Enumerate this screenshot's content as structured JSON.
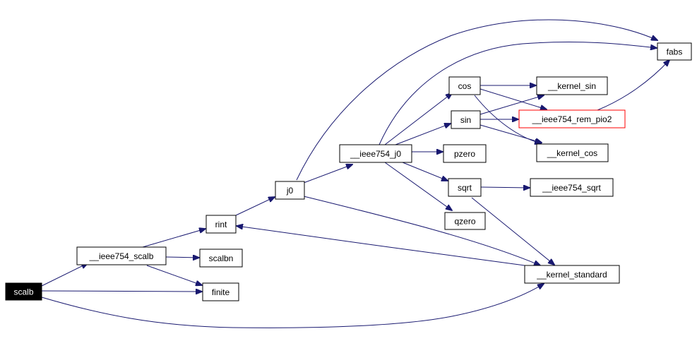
{
  "diagram": {
    "colors": {
      "edge": "#191970",
      "node_border": "#000000",
      "highlight_border": "#ff0000",
      "root_fill": "#000000",
      "root_text": "#ffffff"
    },
    "nodes": {
      "scalb": "scalb",
      "ieee754_scalb": "__ieee754_scalb",
      "finite": "finite",
      "rint": "rint",
      "scalbn": "scalbn",
      "kernel_standard": "__kernel_standard",
      "j0": "j0",
      "ieee754_j0": "__ieee754_j0",
      "fabs": "fabs",
      "cos": "cos",
      "sin": "sin",
      "pzero": "pzero",
      "sqrt": "sqrt",
      "qzero": "qzero",
      "kernel_sin": "__kernel_sin",
      "ieee754_rem_pio2": "__ieee754_rem_pio2",
      "kernel_cos": "__kernel_cos",
      "ieee754_sqrt": "__ieee754_sqrt"
    },
    "edges": [
      [
        "scalb",
        "ieee754_scalb"
      ],
      [
        "scalb",
        "finite"
      ],
      [
        "scalb",
        "kernel_standard"
      ],
      [
        "ieee754_scalb",
        "rint"
      ],
      [
        "ieee754_scalb",
        "scalbn"
      ],
      [
        "ieee754_scalb",
        "finite"
      ],
      [
        "rint",
        "j0"
      ],
      [
        "j0",
        "ieee754_j0"
      ],
      [
        "j0",
        "fabs"
      ],
      [
        "j0",
        "kernel_standard"
      ],
      [
        "kernel_standard",
        "rint"
      ],
      [
        "ieee754_j0",
        "fabs"
      ],
      [
        "ieee754_j0",
        "cos"
      ],
      [
        "ieee754_j0",
        "sin"
      ],
      [
        "ieee754_j0",
        "pzero"
      ],
      [
        "ieee754_j0",
        "sqrt"
      ],
      [
        "ieee754_j0",
        "qzero"
      ],
      [
        "cos",
        "kernel_sin"
      ],
      [
        "cos",
        "ieee754_rem_pio2"
      ],
      [
        "cos",
        "kernel_cos"
      ],
      [
        "sin",
        "kernel_sin"
      ],
      [
        "sin",
        "ieee754_rem_pio2"
      ],
      [
        "sin",
        "kernel_cos"
      ],
      [
        "ieee754_rem_pio2",
        "fabs"
      ],
      [
        "sqrt",
        "ieee754_sqrt"
      ],
      [
        "sqrt",
        "kernel_standard"
      ]
    ]
  }
}
